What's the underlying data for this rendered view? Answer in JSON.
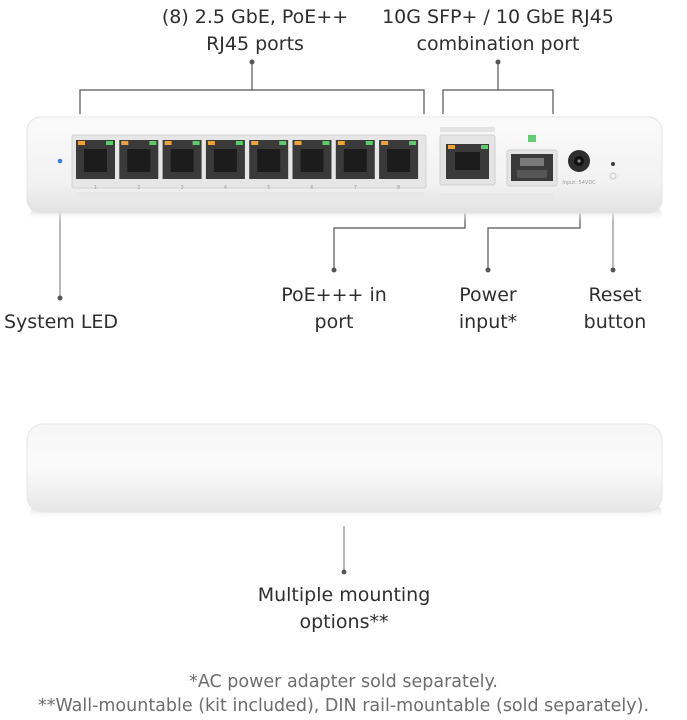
{
  "labels": {
    "ports_line1": "(8) 2.5 GbE, PoE++",
    "ports_line2": "RJ45 ports",
    "combo_line1": "10G SFP+ / 10 GbE RJ45",
    "combo_line2": "combination port",
    "system_led": "System LED",
    "poe_in_line1": "PoE+++ in",
    "poe_in_line2": "port",
    "power_line1": "Power",
    "power_line2": "input*",
    "reset_line1": "Reset",
    "reset_line2": "button",
    "mount_line1": "Multiple mounting",
    "mount_line2": "options**"
  },
  "device": {
    "port_numbers": [
      "1",
      "2",
      "3",
      "4",
      "5",
      "6",
      "7",
      "8"
    ],
    "power_rating": "Input: 54VDC"
  },
  "footnotes": {
    "note1": "*AC power adapter sold separately.",
    "note2": "**Wall-mountable (kit included), DIN rail-mountable (sold separately)."
  },
  "colors": {
    "port_led_amber": "#f0a23a",
    "port_led_green": "#5ccc6a",
    "system_led": "#3b7ddd"
  }
}
